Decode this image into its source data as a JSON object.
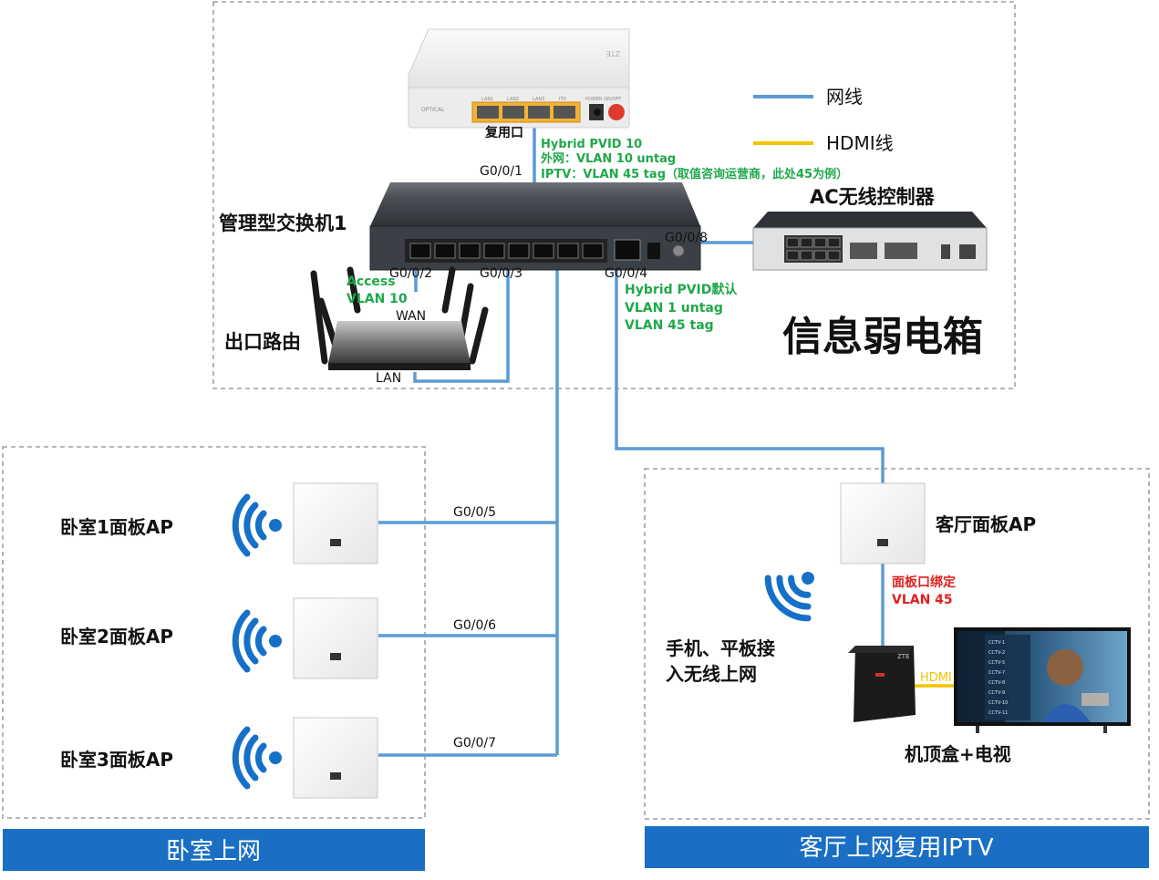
{
  "legend": {
    "ethernet_label": "网线",
    "hdmi_label": "HDMI线",
    "ethernet_color": "#5b9bd5",
    "hdmi_color": "#f5c400"
  },
  "colors": {
    "annotation_green": "#1fa84a",
    "annotation_red": "#e02020",
    "banner_blue": "#1a6fc4",
    "wifi_blue": "#1670c8"
  },
  "onu": {
    "label": "复用口",
    "port_labels": [
      "LAN1",
      "LAN2",
      "LAN3",
      "ITV"
    ],
    "power_label": "POWER ON/OFF",
    "optical_label": "OPTICAL",
    "brand": "ZTE"
  },
  "uplink": {
    "port": "G0/0/1",
    "annotations": [
      "Hybrid PVID 10",
      "外网：VLAN 10 untag",
      "IPTV：VLAN 45 tag（取值咨询运营商，此处45为例）"
    ]
  },
  "switch": {
    "label": "管理型交换机1",
    "port_g2": "G0/0/2",
    "port_g3": "G0/0/3",
    "port_g4": "G0/0/4",
    "port_g8": "G0/0/8"
  },
  "ac": {
    "label": "AC无线控制器"
  },
  "router": {
    "label": "出口路由",
    "wan": "WAN",
    "lan": "LAN",
    "access_annotations": [
      "Access",
      "VLAN 10"
    ]
  },
  "g4_annotations": [
    "Hybrid PVID默认",
    "VLAN 1 untag",
    "VLAN 45 tag"
  ],
  "cabinet_title": "信息弱电箱",
  "bedrooms": {
    "banner": "卧室上网",
    "aps": [
      {
        "label": "卧室1面板AP",
        "port": "G0/0/5"
      },
      {
        "label": "卧室2面板AP",
        "port": "G0/0/6"
      },
      {
        "label": "卧室3面板AP",
        "port": "G0/0/7"
      }
    ]
  },
  "living": {
    "banner": "客厅上网复用IPTV",
    "ap_label": "客厅面板AP",
    "bind_annotations": [
      "面板口绑定",
      "VLAN 45"
    ],
    "devices_label_line1": "手机、平板接",
    "devices_label_line2": "入无线上网",
    "hdmi_tag": "HDMI",
    "stb_tv_label": "机顶盒+电视",
    "stb_brand": "ZTE",
    "tv_channels": [
      "CCTV-1",
      "CCTV-2",
      "CCTV-5",
      "CCTV-7",
      "CCTV-8",
      "CCTV-9",
      "CCTV-10",
      "CCTV-11"
    ]
  }
}
